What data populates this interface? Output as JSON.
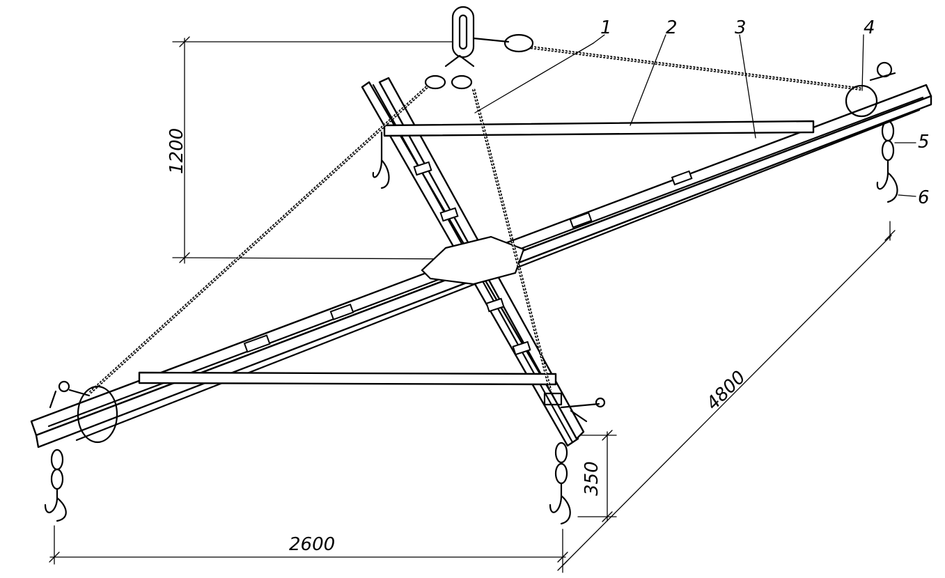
{
  "dimensions": {
    "height_main": "1200",
    "length": "4800",
    "width": "2600",
    "drop": "350"
  },
  "callouts": [
    "1",
    "2",
    "3",
    "4",
    "5",
    "6"
  ]
}
